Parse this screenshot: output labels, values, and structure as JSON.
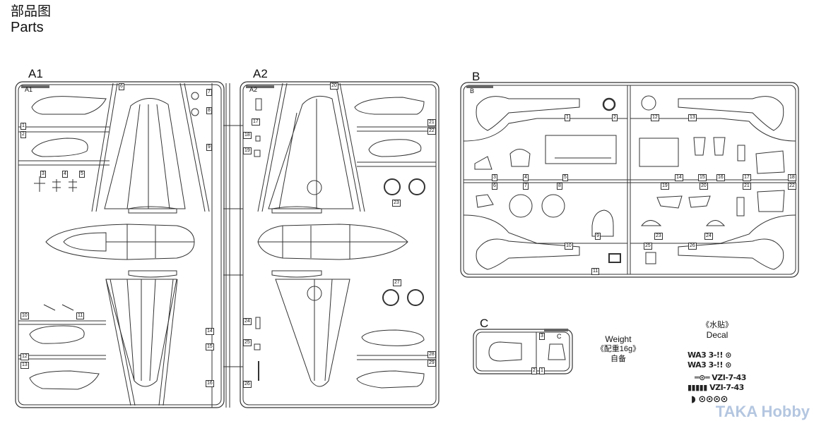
{
  "header": {
    "title_cn": "部品图",
    "title_en": "Parts"
  },
  "sprues": [
    {
      "id": "A1",
      "label": "A1",
      "tag": "A1",
      "parts": [
        "1",
        "2",
        "3",
        "4",
        "5",
        "6",
        "7",
        "8",
        "9",
        "10",
        "11",
        "12",
        "13",
        "14",
        "15",
        "16"
      ]
    },
    {
      "id": "A2",
      "label": "A2",
      "tag": "A2",
      "parts": [
        "17",
        "18",
        "19",
        "20",
        "21",
        "22",
        "23",
        "24",
        "25",
        "26",
        "27",
        "28",
        "29"
      ]
    },
    {
      "id": "B",
      "label": "B",
      "tag": "B",
      "parts": [
        "1",
        "2",
        "3",
        "4",
        "5",
        "6",
        "7",
        "8",
        "9",
        "10",
        "11",
        "12",
        "13",
        "14",
        "15",
        "16",
        "17",
        "18",
        "19",
        "20",
        "21",
        "22",
        "23",
        "24",
        "25",
        "26"
      ]
    },
    {
      "id": "C",
      "label": "C",
      "tag": "C",
      "parts": [
        "1",
        "2",
        "3"
      ]
    }
  ],
  "weight": {
    "label_en": "Weight",
    "label_cn": "《配重16g》",
    "note_cn": "自备"
  },
  "decal": {
    "label_cn": "《水贴》",
    "label_en": "Decal",
    "rows": [
      "WA3 3-!! ⊙",
      "WA3 3-!! ⊙",
      "═⊙═ VZI-7-43",
      "▮▮▮▮▮ VZI-7-43",
      "◗ ⊙⊙⊙⊙"
    ]
  },
  "watermark": "TAKA Hobby",
  "colors": {
    "line": "#333333",
    "watermark": "#9bb4d6"
  }
}
